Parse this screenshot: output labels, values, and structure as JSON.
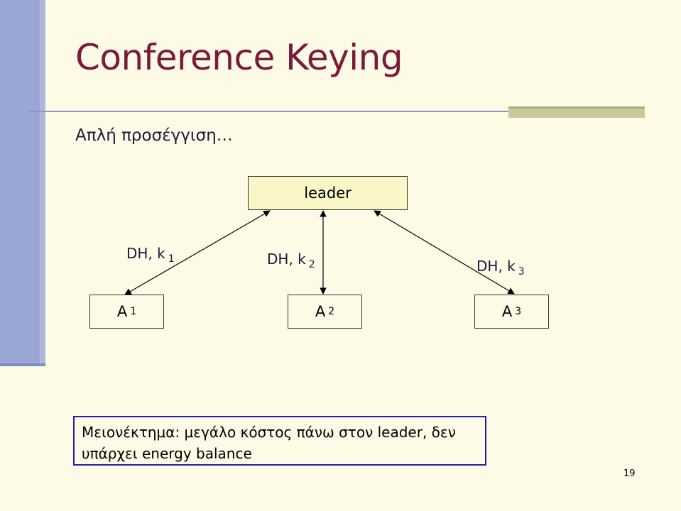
{
  "slide": {
    "title": "Conference Keying",
    "subtitle": "Απλή προσέγγιση…",
    "page_number": "19"
  },
  "diagram": {
    "nodes": {
      "leader": "leader",
      "a1": {
        "label": "A",
        "sub": "1"
      },
      "a2": {
        "label": "A",
        "sub": "2"
      },
      "a3": {
        "label": "A",
        "sub": "3"
      }
    },
    "edges": [
      {
        "label": "DH, k",
        "sub": "1"
      },
      {
        "label": "DH, k",
        "sub": "2"
      },
      {
        "label": "DH, k",
        "sub": "3"
      }
    ]
  },
  "note": {
    "line1": "Μειονέκτημα: μεγάλο κόστος πάνω στον leader, δεν",
    "line2": "υπάρχει energy balance"
  },
  "colors": {
    "background": "#fdfbe6",
    "title": "#7a1a3c",
    "sidebar": "#9aa6d4",
    "leader_fill": "#fbf6c8",
    "note_border": "#2020b0"
  }
}
